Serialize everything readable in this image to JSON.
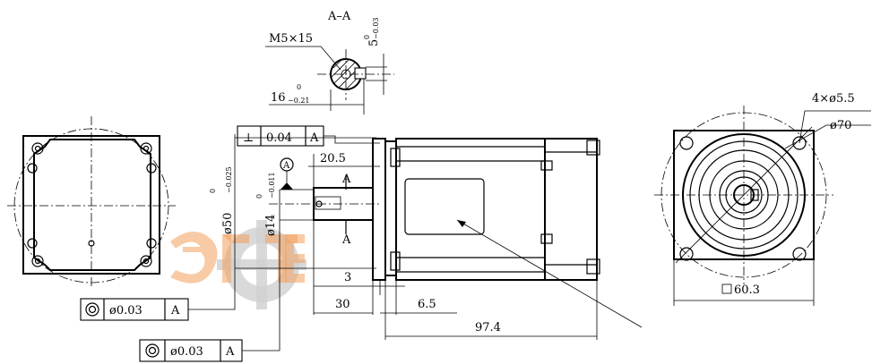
{
  "section_view": {
    "label": "A–A",
    "thread": "M5×15",
    "keyway_width": {
      "value": "5",
      "upper": "0",
      "lower": "−0.03"
    },
    "key_depth": {
      "value": "16",
      "upper": "0",
      "lower": "−0.21"
    }
  },
  "side_view": {
    "perpendicularity_frame": {
      "symbol": "⊥",
      "tolerance": "0.04",
      "datum": "A"
    },
    "datum_marker": "A",
    "shaft_length": "20.5",
    "section_marks": [
      "A",
      "A"
    ],
    "pilot_diameter": {
      "value": "ø50",
      "upper": "0",
      "lower": "−0.025"
    },
    "shaft_diameter": {
      "value": "ø14",
      "upper": "0",
      "lower": "−0.011"
    },
    "dim_3": "3",
    "dim_30": "30",
    "dim_6_5": "6.5",
    "dim_97_4": "97.4",
    "concentricity_frame_1": {
      "tolerance": "ø0.03",
      "datum": "A"
    },
    "concentricity_frame_2": {
      "tolerance": "ø0.03",
      "datum": "A"
    }
  },
  "front_view": {
    "holes": "4×ø5.5",
    "bolt_circle": "ø70",
    "flange_square": "60.3"
  },
  "colors": {
    "line": "#000000",
    "watermark": "#f3a15c",
    "watermark_gear": "#cfcfcf"
  }
}
